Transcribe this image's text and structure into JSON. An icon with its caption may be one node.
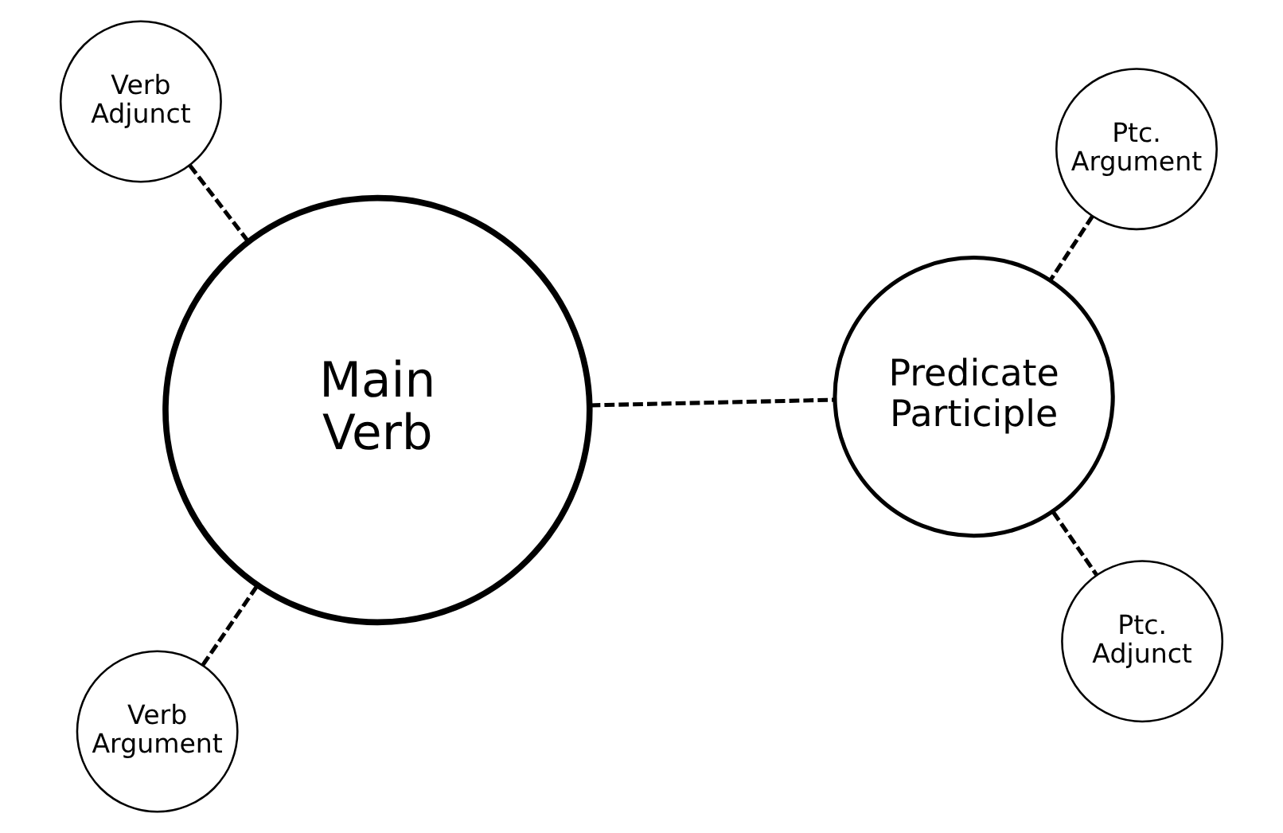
{
  "diagram": {
    "nodes": [
      {
        "text": [
          "Verb Argument"
        ]
      },
      {
        "text": [
          "Ptc. Argument"
        ]
      },
      {
        "text": [
          "Main Verb"
        ]
      },
      {
        "text": [
          "Predicate Participle"
        ]
      },
      {
        "text": [
          "Ptc. Adjunct"
        ]
      },
      {
        "text": [
          "Verb Adjunct"
        ]
      }
    ],
    "edges": [
      {
        "from": 0,
        "to": 2,
        "arrow": "none",
        "style": "dashed"
      },
      {
        "from": 2,
        "to": 3,
        "arrow": "none",
        "style": "dashed"
      },
      {
        "from": 1,
        "to": 3,
        "arrow": "none",
        "style": "dashed"
      },
      {
        "from": 3,
        "to": 4,
        "arrow": "none",
        "style": "dashed"
      },
      {
        "from": 2,
        "to": 5,
        "arrow": "none",
        "style": "dashed"
      }
    ]
  }
}
